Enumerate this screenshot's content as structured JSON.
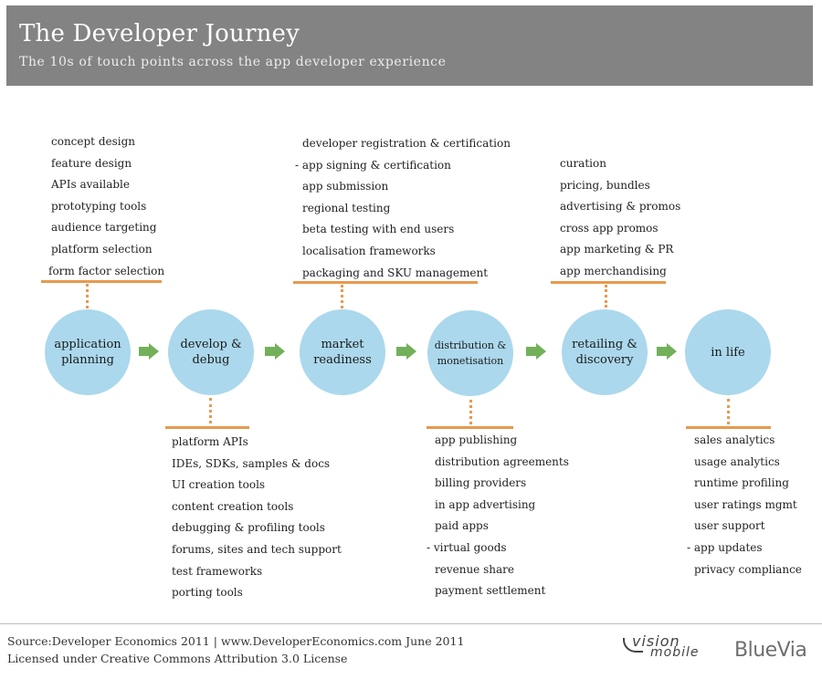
{
  "header": {
    "title": "The Developer Journey",
    "subtitle": "The 10s of touch points across the app developer experience"
  },
  "colors": {
    "header_bg": "#838383",
    "circle": "#abd8ec",
    "connector": "#e7994e",
    "arrow": "#73b05a"
  },
  "stages": [
    {
      "label": "application\nplanning"
    },
    {
      "label": "develop &\ndebug"
    },
    {
      "label": "market\nreadiness"
    },
    {
      "label": "distribution &\nmonetisation"
    },
    {
      "label": "retailing &\ndiscovery"
    },
    {
      "label": "in life"
    }
  ],
  "lists": {
    "planning": [
      "concept design",
      "feature design",
      "APIs available",
      "prototyping tools",
      "audience targeting",
      "platform selection",
      "form factor selection"
    ],
    "develop": [
      "platform APIs",
      "IDEs, SDKs, samples & docs",
      "UI creation tools",
      "content creation tools",
      "debugging & profiling tools",
      "forums, sites and tech support",
      "test frameworks",
      "porting tools"
    ],
    "market": [
      "developer registration & certification",
      "- app signing & certification",
      "app submission",
      "regional testing",
      "beta testing with end users",
      "localisation frameworks",
      "packaging and SKU management"
    ],
    "distribution": [
      "app publishing",
      "distribution agreements",
      "billing providers",
      "in  app advertising",
      "paid apps",
      "- virtual goods",
      "revenue share",
      "payment settlement"
    ],
    "retailing": [
      "curation",
      "pricing, bundles",
      "advertising & promos",
      "cross  app promos",
      "app marketing & PR",
      "app merchandising"
    ],
    "inlife": [
      "sales analytics",
      "usage analytics",
      "runtime profiling",
      "user ratings mgmt",
      "user support",
      "- app updates",
      "privacy compliance"
    ]
  },
  "footer": {
    "line1": "Source:Developer Economics 2011 | www.DeveloperEconomics.com   June 2011",
    "line2": "Licensed under Creative Commons Attribution 3.0 License"
  },
  "logos": {
    "visionmobile_top": "vision",
    "visionmobile_bottom": "mobile",
    "bluevia": "BlueVia"
  }
}
